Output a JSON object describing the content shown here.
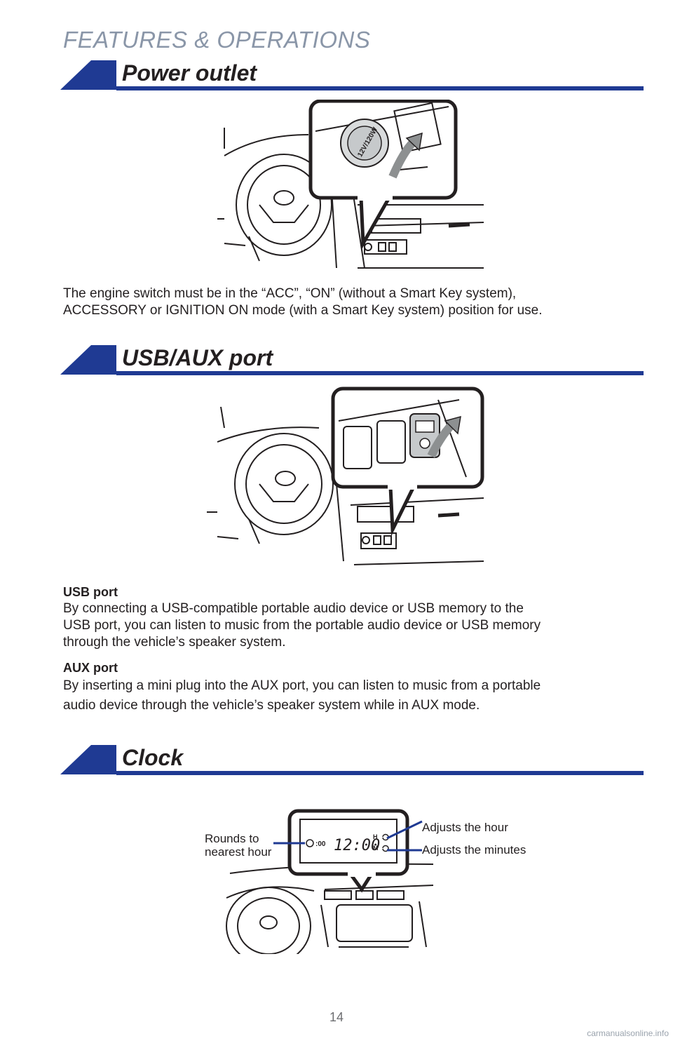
{
  "page": {
    "header": "FEATURES & OPERATIONS",
    "page_number": "14",
    "watermark": "carmanualsonline.info"
  },
  "colors": {
    "accent": "#1f3a93",
    "header_gray": "#8a96a8",
    "text": "#231f20"
  },
  "sections": {
    "power_outlet": {
      "title": "Power outlet",
      "outlet_cap_label": "12V/120W",
      "body": [
        "The engine switch must be in the “ACC”, “ON” (without a Smart Key system),",
        "ACCESSORY or IGNITION ON mode (with a Smart Key system) position for use."
      ]
    },
    "usb_aux": {
      "title": "USB/AUX port",
      "usb_heading": "USB port",
      "usb_body": [
        "By connecting a USB-compatible portable audio device or USB memory to the",
        "USB port, you can listen to music from the portable audio device or USB memory",
        "through the vehicle’s speaker system."
      ],
      "aux_heading": "AUX port",
      "aux_body": [
        "By inserting a mini plug into the AUX port, you can listen to music from a portable",
        "audio device through the vehicle’s speaker system while in AUX mode."
      ]
    },
    "clock": {
      "title": "Clock",
      "display_time": "12:00",
      "round_button_label": ":00",
      "hour_button_label": "H",
      "minute_button_label": "M",
      "callouts": {
        "round": [
          "Rounds to",
          "nearest hour"
        ],
        "hour": "Adjusts the hour",
        "minutes": "Adjusts the minutes"
      }
    }
  }
}
